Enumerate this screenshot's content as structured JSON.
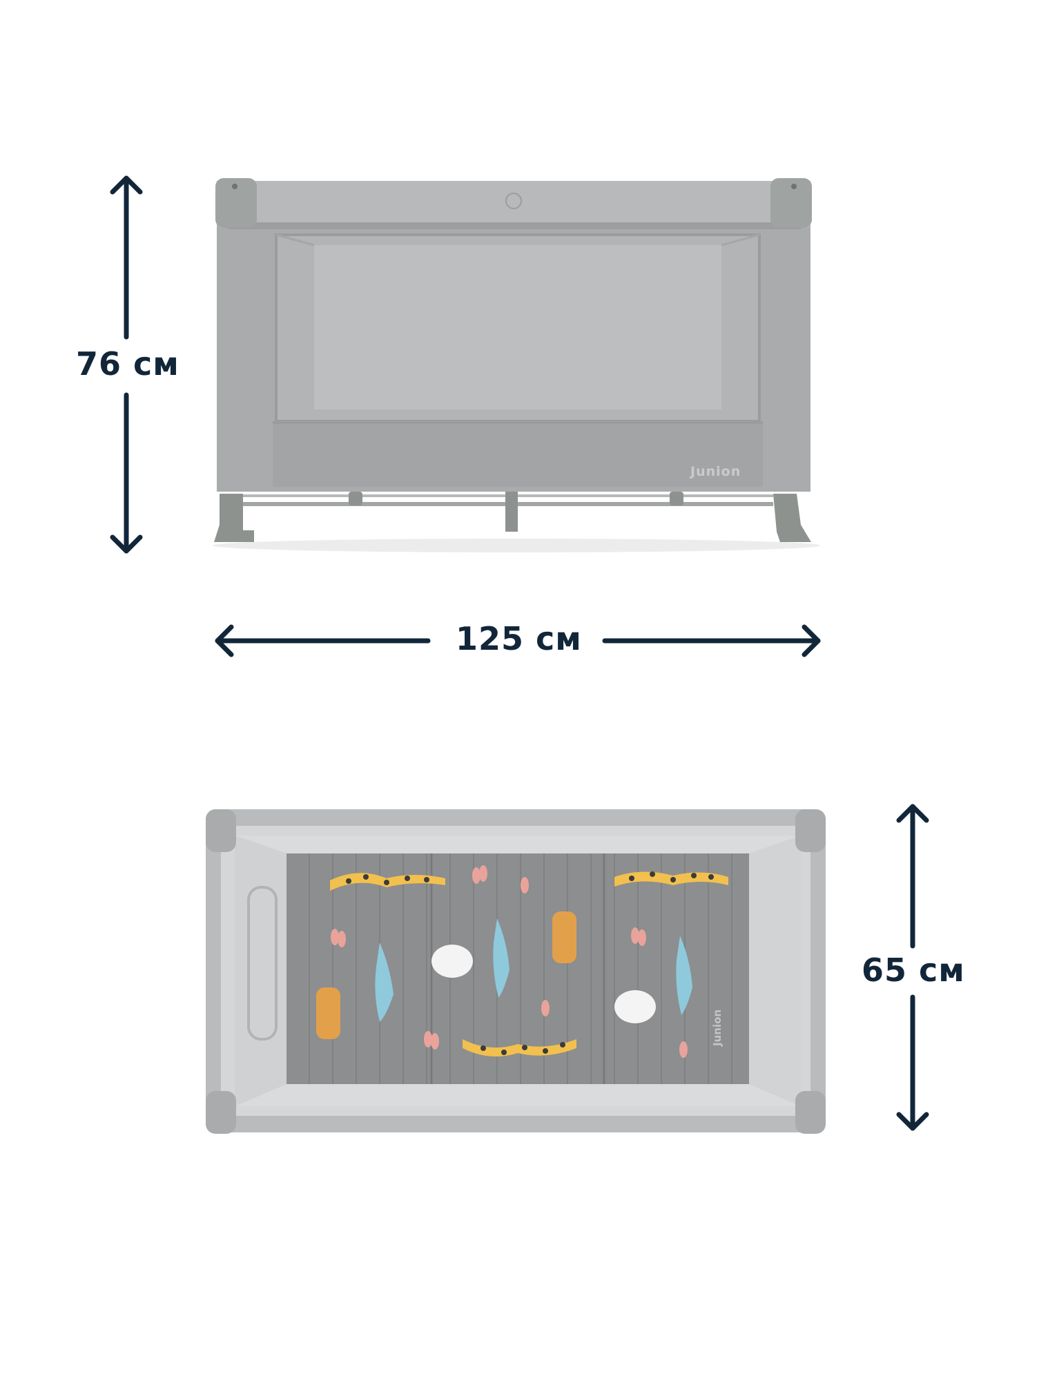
{
  "colors": {
    "arrow": "#12263a",
    "frame": "#a9abad",
    "frame_dark": "#8f9193",
    "mesh": "#b4b6b8",
    "fabric": "#9fa1a3",
    "leg": "#8d928e",
    "mattress": "#8c8e90",
    "giraffe": "#f2c04e",
    "croc": "#8fc9dc",
    "tiger": "#e3a04a",
    "elephant": "#f4f4f4",
    "leaf": "#e9a39a"
  },
  "dimensions": {
    "height": "76 см",
    "length": "125 см",
    "width": "65 см"
  },
  "brand": {
    "side_logo": "Junion",
    "mattress_logo": "Junion"
  }
}
